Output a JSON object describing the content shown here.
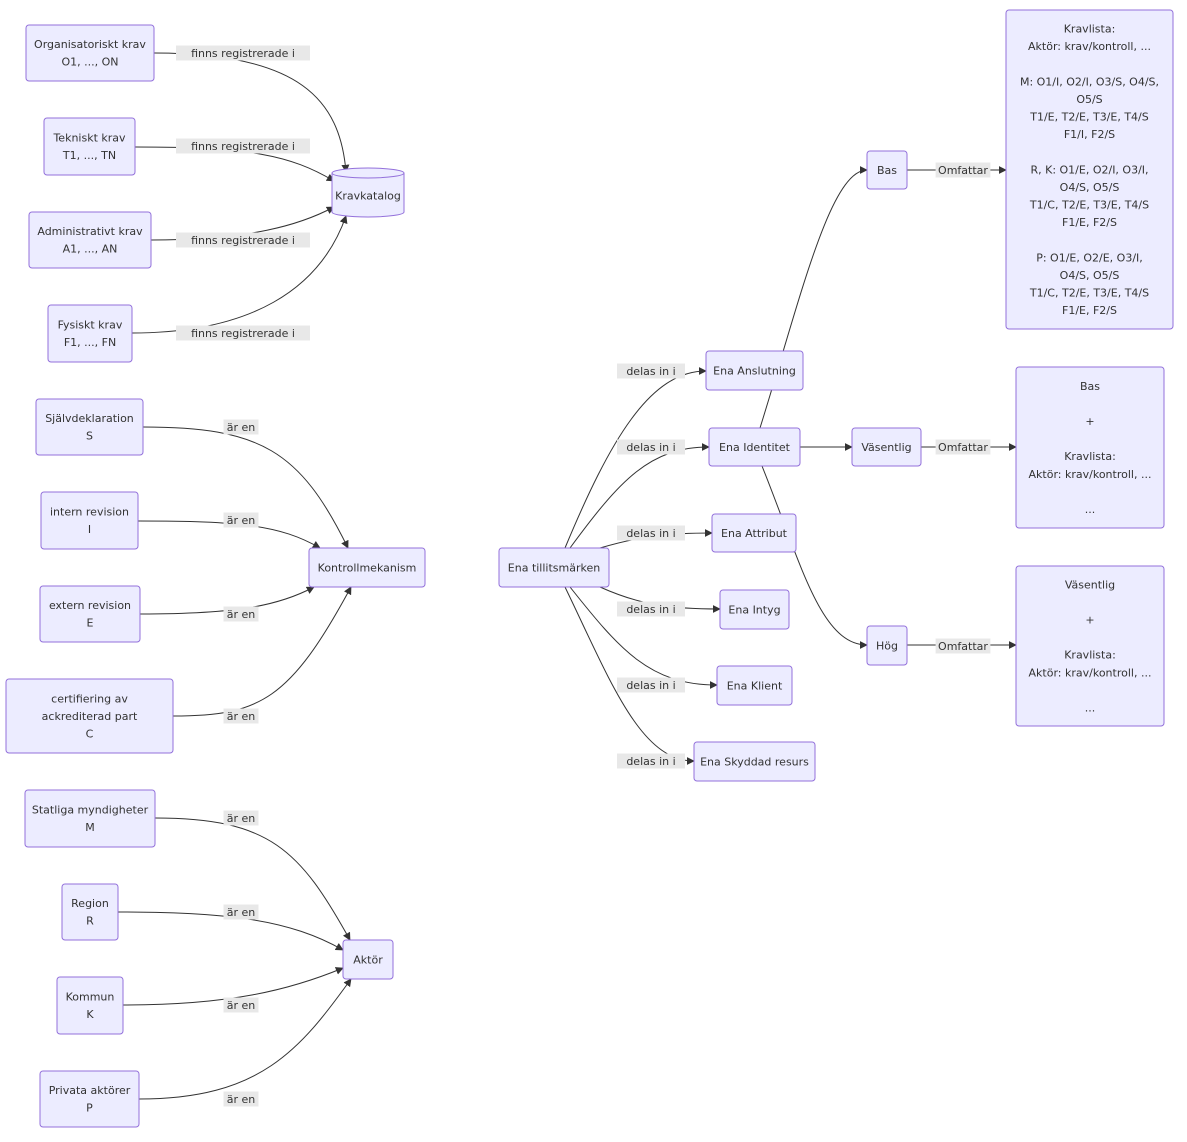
{
  "nodes": {
    "org": [
      "Organisatoriskt krav",
      "O1, ..., ON"
    ],
    "tek": [
      "Tekniskt krav",
      "T1, ..., TN"
    ],
    "adm": [
      "Administrativt krav",
      "A1, ..., AN"
    ],
    "fys": [
      "Fysiskt krav",
      "F1, ..., FN"
    ],
    "kravkatalog": [
      "Kravkatalog"
    ],
    "sjalv": [
      "Självdeklaration",
      "S"
    ],
    "intern": [
      "intern revision",
      "I"
    ],
    "extern": [
      "extern revision",
      "E"
    ],
    "cert": [
      "certifiering av",
      "ackrediterad part",
      "C"
    ],
    "kontroll": [
      "Kontrollmekanism"
    ],
    "stat": [
      "Statliga myndigheter",
      "M"
    ],
    "region": [
      "Region",
      "R"
    ],
    "kommun": [
      "Kommun",
      "K"
    ],
    "privat": [
      "Privata aktörer",
      "P"
    ],
    "aktor": [
      "Aktör"
    ],
    "ena": [
      "Ena tillitsmärken"
    ],
    "anslutning": [
      "Ena Anslutning"
    ],
    "identitet": [
      "Ena Identitet"
    ],
    "attribut": [
      "Ena Attribut"
    ],
    "intyg": [
      "Ena Intyg"
    ],
    "klient": [
      "Ena Klient"
    ],
    "skyddad": [
      "Ena Skyddad resurs"
    ],
    "bas": [
      "Bas"
    ],
    "vasentlig": [
      "Väsentlig"
    ],
    "hog": [
      "Hög"
    ],
    "box_bas": [
      "Kravlista:",
      "Aktör: krav/kontroll, ...",
      "",
      "M: O1/I, O2/I, O3/S, O4/S,",
      "O5/S",
      "T1/E, T2/E, T3/E, T4/S",
      "F1/I, F2/S",
      "",
      "R, K: O1/E, O2/I, O3/I,",
      "O4/S, O5/S",
      "T1/C, T2/E, T3/E, T4/S",
      "F1/E, F2/S",
      "",
      "P: O1/E, O2/E, O3/I,",
      "O4/S, O5/S",
      "T1/C, T2/E, T3/E, T4/S",
      "F1/E, F2/S"
    ],
    "box_vas": [
      "Bas",
      "",
      "+",
      "",
      "Kravlista:",
      "Aktör: krav/kontroll, ...",
      "",
      "..."
    ],
    "box_hog": [
      "Väsentlig",
      "",
      "+",
      "",
      "Kravlista:",
      "Aktör: krav/kontroll, ...",
      "",
      "..."
    ]
  },
  "edge_labels": {
    "registered": "finns registrerade i",
    "is_a": "är en",
    "divided": "delas in i",
    "includes": "Omfattar"
  },
  "colors": {
    "node_fill": "#ECECFF",
    "node_stroke": "#9370DB",
    "edge": "#333333",
    "label_bg": "#e8e8e8"
  }
}
